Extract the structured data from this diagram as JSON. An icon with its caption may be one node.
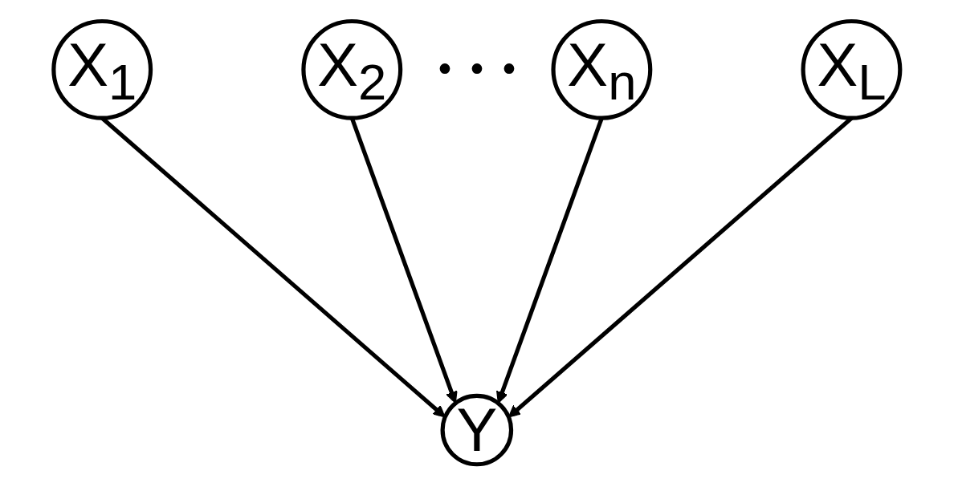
{
  "diagram": {
    "nodes": [
      {
        "text": [
          "X$_{1}$"
        ]
      },
      {
        "text": [
          "X$_{2}$"
        ]
      },
      {
        "text": [
          "X$_{n}$"
        ]
      },
      {
        "text": [
          "X$_{L}$"
        ]
      },
      {
        "text": [
          "Y"
        ]
      }
    ],
    "edges": [
      {
        "from": 0,
        "to": 4,
        "arrow": "to"
      },
      {
        "from": 1,
        "to": 4,
        "arrow": "to"
      },
      {
        "from": 2,
        "to": 4,
        "arrow": "to"
      },
      {
        "from": 3,
        "to": 4,
        "arrow": "to"
      }
    ],
    "labels": [
      "• • •"
    ]
  }
}
